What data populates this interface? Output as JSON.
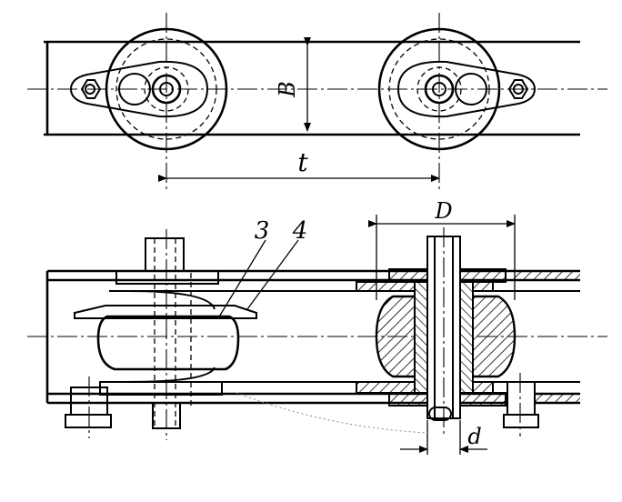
{
  "labels": {
    "width": "B",
    "pitch": "t",
    "roller_diameter": "D",
    "pin_diameter": "d",
    "part_3": "3",
    "part_4": "4"
  }
}
